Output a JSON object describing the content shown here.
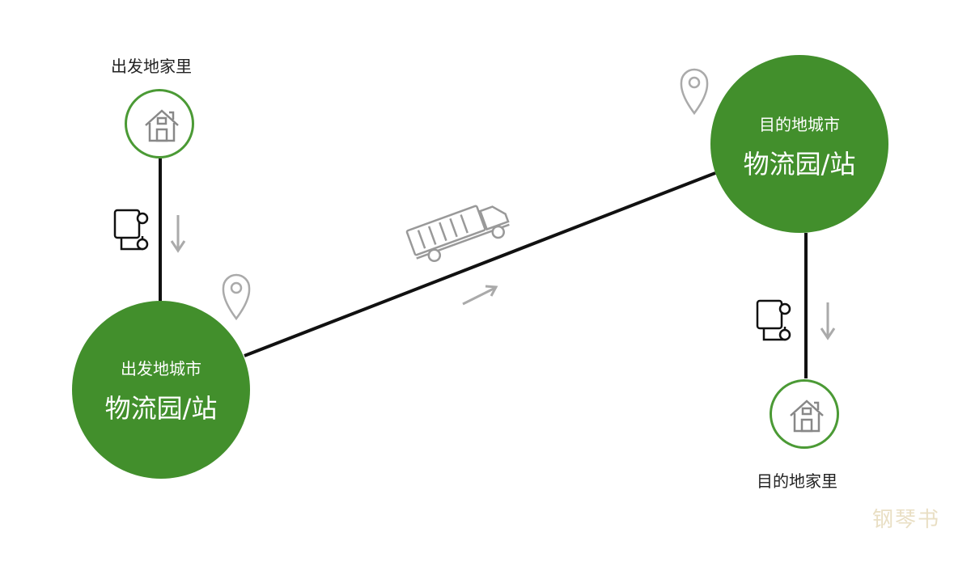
{
  "origin_home": {
    "label": "出发地家里",
    "icon": "house-icon"
  },
  "origin_hub": {
    "line1": "出发地城市",
    "line2": "物流园/站"
  },
  "dest_hub": {
    "line1": "目的地城市",
    "line2": "物流园/站"
  },
  "dest_home": {
    "label": "目的地家里",
    "icon": "house-icon"
  },
  "icons": {
    "small_truck": "delivery-van-icon",
    "big_truck": "cargo-truck-icon",
    "pin": "location-pin-icon",
    "arrow": "arrow-icon"
  },
  "colors": {
    "hub_green": "#428f2c",
    "ring_green": "#4b9a35",
    "line": "#111111",
    "icon_gray": "#aaaaaa"
  },
  "watermark": "钢琴书"
}
